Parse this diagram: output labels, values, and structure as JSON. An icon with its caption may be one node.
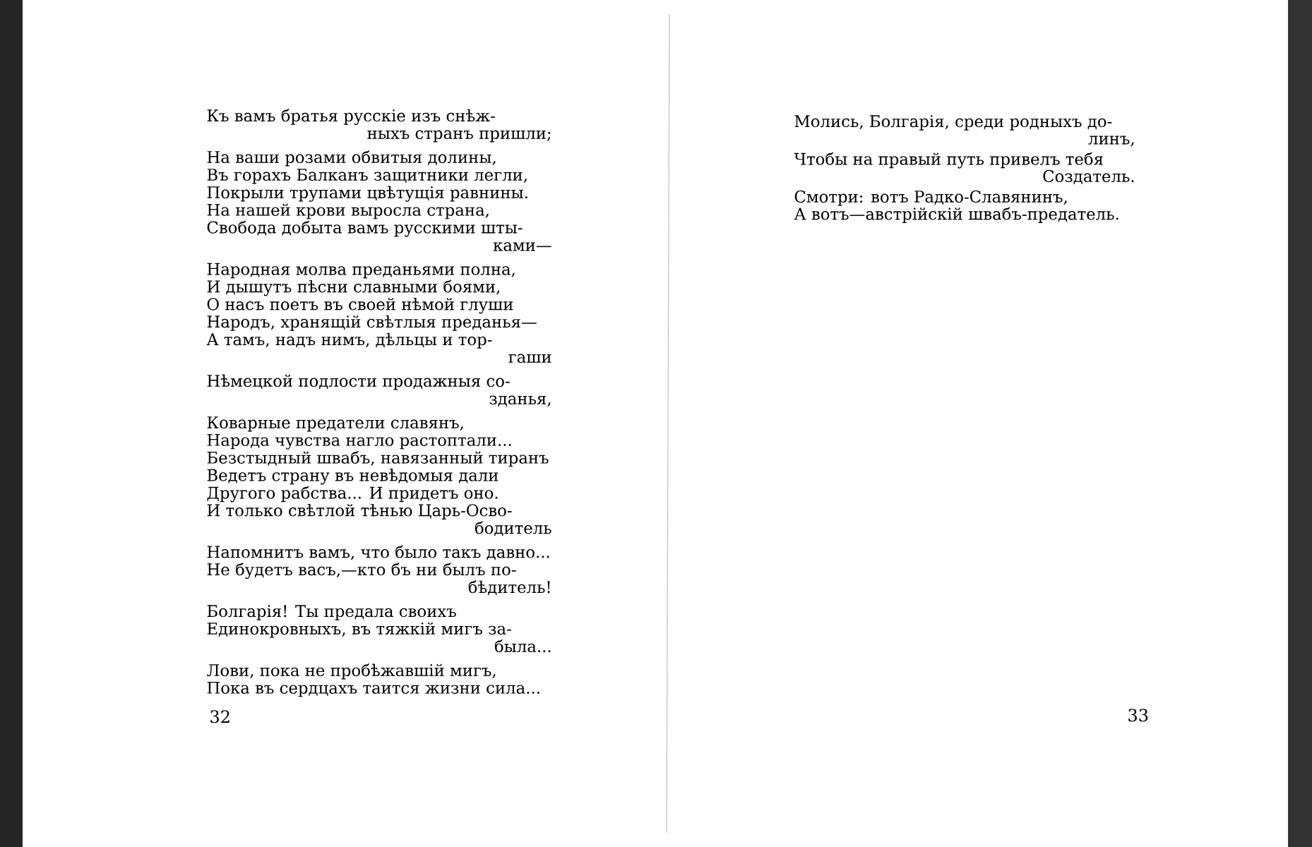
{
  "diagram": {
    "labels": [
      "Къ вамъ братья русскіе изъ снѣж-",
      "ныхъ странъ пришли;",
      "На ваши розами обвитыя долины,",
      "Въ горахъ Балканъ защитники легли,",
      "Покрыли трупами цвѣтущія равнины.",
      "На нашей крови выросла страна,",
      "Свобода добыта вамъ русскими шты-",
      "ками—",
      "Народная молва преданьями полна,",
      "И дышутъ пѣсни славными боями,",
      "О насъ поетъ въ своей нѣмой глуши",
      "Народъ, хранящій свѣтлыя преданья—",
      "А тамъ, надъ нимъ, дѣльцы и тор-",
      "гаши",
      "Нѣмецкой подлости продажныя со-",
      "зданья,",
      "Коварные предатели славянъ,",
      "Народа чувства нагло растоптали...",
      "Безстыдный швабъ, навязанный тиранъ",
      "Ведетъ страну въ невѣдомыя дали",
      "Другого рабства... И придетъ оно.",
      "И только свѣтлой тѣнью Царь-Осво-",
      "бодитель",
      "Напомнитъ вамъ, что было такъ давно...",
      "Не будетъ васъ,—кто бъ ни былъ по-",
      "бѣдитель!",
      "Болгарія! Ты предала своихъ",
      "Единокровныхъ, въ тяжкій мигъ за-",
      "была...",
      "Лови, пока не пробѣжавшій мигъ,",
      "Пока въ сердцахъ таится жизни сила...",
      "32",
      "Молись, Болгарія, среди родныхъ до-",
      "линъ,",
      "Чтобы на правый путь привелъ тебя",
      "Создатель.",
      "Смотри: вотъ Радко-Славянинъ,",
      "А вотъ—австрійскій швабъ-предатель.",
      "33"
    ]
  }
}
